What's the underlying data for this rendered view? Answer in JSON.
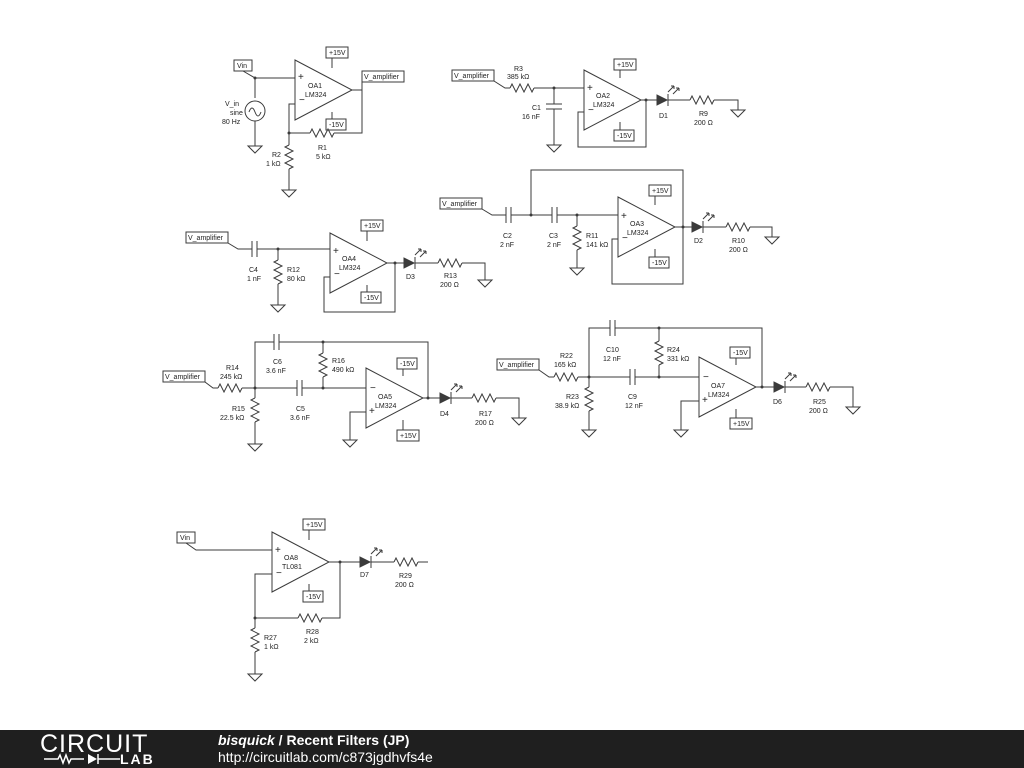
{
  "nets": {
    "vin": "Vin",
    "v_amplifier": "V_amplifier",
    "pos_supply": "+15V",
    "neg_supply": "-15V"
  },
  "opamps": [
    {
      "ref": "OA1",
      "part": "LM324"
    },
    {
      "ref": "OA2",
      "part": "LM324"
    },
    {
      "ref": "OA3",
      "part": "LM324"
    },
    {
      "ref": "OA4",
      "part": "LM324"
    },
    {
      "ref": "OA5",
      "part": "LM324"
    },
    {
      "ref": "OA7",
      "part": "LM324"
    },
    {
      "ref": "OA8",
      "part": "TL081"
    }
  ],
  "source": {
    "ref": "V_in",
    "type": "sine",
    "freq": "80 Hz"
  },
  "resistors": {
    "R1": {
      "ref": "R1",
      "value": "5 kΩ"
    },
    "R2": {
      "ref": "R2",
      "value": "1 kΩ"
    },
    "R3": {
      "ref": "R3",
      "value": "385 kΩ"
    },
    "R9": {
      "ref": "R9",
      "value": "200 Ω"
    },
    "R10": {
      "ref": "R10",
      "value": "200 Ω"
    },
    "R11": {
      "ref": "R11",
      "value": "141 kΩ"
    },
    "R12": {
      "ref": "R12",
      "value": "80 kΩ"
    },
    "R13": {
      "ref": "R13",
      "value": "200 Ω"
    },
    "R14": {
      "ref": "R14",
      "value": "245 kΩ"
    },
    "R15": {
      "ref": "R15",
      "value": "22.5 kΩ"
    },
    "R16": {
      "ref": "R16",
      "value": "490 kΩ"
    },
    "R17": {
      "ref": "R17",
      "value": "200 Ω"
    },
    "R22": {
      "ref": "R22",
      "value": "165 kΩ"
    },
    "R23": {
      "ref": "R23",
      "value": "38.9 kΩ"
    },
    "R24": {
      "ref": "R24",
      "value": "331 kΩ"
    },
    "R25": {
      "ref": "R25",
      "value": "200 Ω"
    },
    "R27": {
      "ref": "R27",
      "value": "1 kΩ"
    },
    "R28": {
      "ref": "R28",
      "value": "2 kΩ"
    },
    "R29": {
      "ref": "R29",
      "value": "200 Ω"
    }
  },
  "capacitors": {
    "C1": {
      "ref": "C1",
      "value": "16 nF"
    },
    "C2": {
      "ref": "C2",
      "value": "2 nF"
    },
    "C3": {
      "ref": "C3",
      "value": "2 nF"
    },
    "C4": {
      "ref": "C4",
      "value": "1 nF"
    },
    "C5": {
      "ref": "C5",
      "value": "3.6 nF"
    },
    "C6": {
      "ref": "C6",
      "value": "3.6 nF"
    },
    "C9": {
      "ref": "C9",
      "value": "12 nF"
    },
    "C10": {
      "ref": "C10",
      "value": "12 nF"
    }
  },
  "diodes": [
    "D1",
    "D2",
    "D3",
    "D4",
    "D6",
    "D7"
  ],
  "footer": {
    "logo_top": "CIRCUIT",
    "logo_bottom": "LAB",
    "user": "bisquick",
    "separator": " / ",
    "title": "Recent Filters (JP)",
    "url": "http://circuitlab.com/c873jgdhvfs4e"
  }
}
